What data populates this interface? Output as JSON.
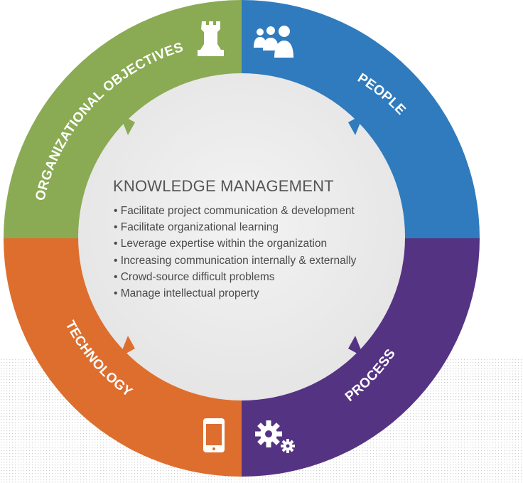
{
  "diagram": {
    "quadrants": {
      "objectives": {
        "label": "ORGANIZATIONAL OBJECTIVES",
        "color": "#8aab53",
        "icon": "rook-chess-icon"
      },
      "people": {
        "label": "PEOPLE",
        "color": "#2f7bbd",
        "icon": "people-group-icon"
      },
      "technology": {
        "label": "TECHNOLOGY",
        "color": "#de6e2e",
        "icon": "smartphone-icon"
      },
      "process": {
        "label": "PROCESS",
        "color": "#553383",
        "icon": "gears-icon"
      }
    },
    "center": {
      "title": "KNOWLEDGE MANAGEMENT",
      "fill": "#ebebeb",
      "bullets": [
        "• Facilitate project communication & development",
        "• Facilitate organizational learning",
        "• Leverage expertise within the organization",
        "• Increasing communication internally & externally",
        "• Crowd-source difficult problems",
        "• Manage intellectual property"
      ]
    }
  }
}
